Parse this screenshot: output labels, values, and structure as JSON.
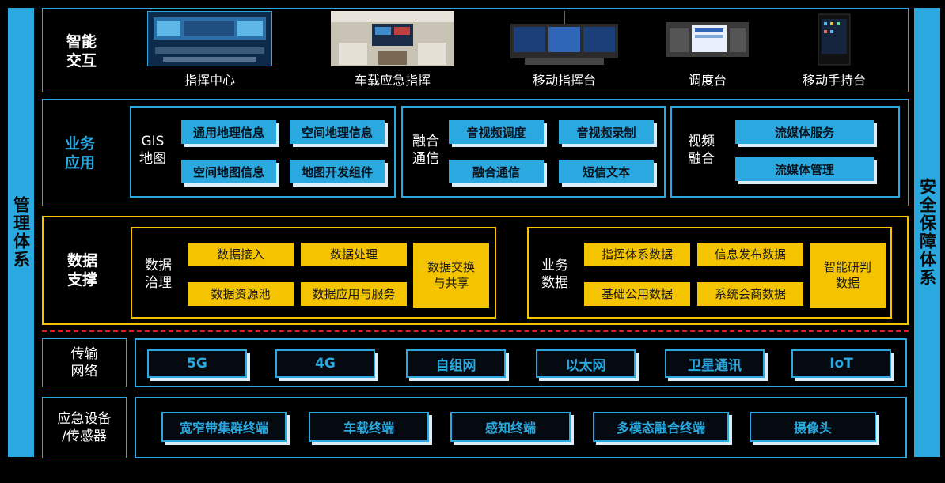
{
  "side": {
    "left": "管理体系",
    "right": "安全保障体系"
  },
  "interaction": {
    "label": "智能\n交互",
    "devices": [
      {
        "caption": "指挥中心",
        "icon": "command-center-photo"
      },
      {
        "caption": "车载应急指挥",
        "icon": "vehicle-command-photo"
      },
      {
        "caption": "移动指挥台",
        "icon": "mobile-console-photo"
      },
      {
        "caption": "调度台",
        "icon": "dispatch-console-photo"
      },
      {
        "caption": "移动手持台",
        "icon": "handheld-terminal-photo"
      }
    ]
  },
  "business": {
    "label": "业务\n应用",
    "groups": [
      {
        "label": "GIS\n地图",
        "items": [
          "通用地理信息",
          "空间地理信息",
          "空间地图信息",
          "地图开发组件"
        ]
      },
      {
        "label": "融合\n通信",
        "items": [
          "音视频调度",
          "音视频录制",
          "融合通信",
          "短信文本"
        ]
      },
      {
        "label": "视频\n融合",
        "items": [
          "流媒体服务",
          "流媒体管理"
        ]
      }
    ]
  },
  "data": {
    "label": "数据\n支撑",
    "groups": [
      {
        "label": "数据\n治理",
        "items": [
          "数据接入",
          "数据处理",
          "数据资源池",
          "数据应用与服务"
        ],
        "side_item": "数据交换\n与共享"
      },
      {
        "label": "业务\n数据",
        "items": [
          "指挥体系数据",
          "信息发布数据",
          "基础公用数据",
          "系统会商数据"
        ],
        "side_item": "智能研判\n数据"
      }
    ]
  },
  "network": {
    "label": "传输\n网络",
    "items": [
      "5G",
      "4G",
      "自组网",
      "以太网",
      "卫星通讯",
      "IoT"
    ]
  },
  "devices_layer": {
    "label": "应急设备\n/传感器",
    "items": [
      "宽窄带集群终端",
      "车载终端",
      "感知终端",
      "多模态融合终端",
      "摄像头"
    ]
  },
  "colors": {
    "blue": "#29a9e0",
    "yellow": "#f5c400",
    "red_dash": "#e02020",
    "background": "#000000"
  }
}
